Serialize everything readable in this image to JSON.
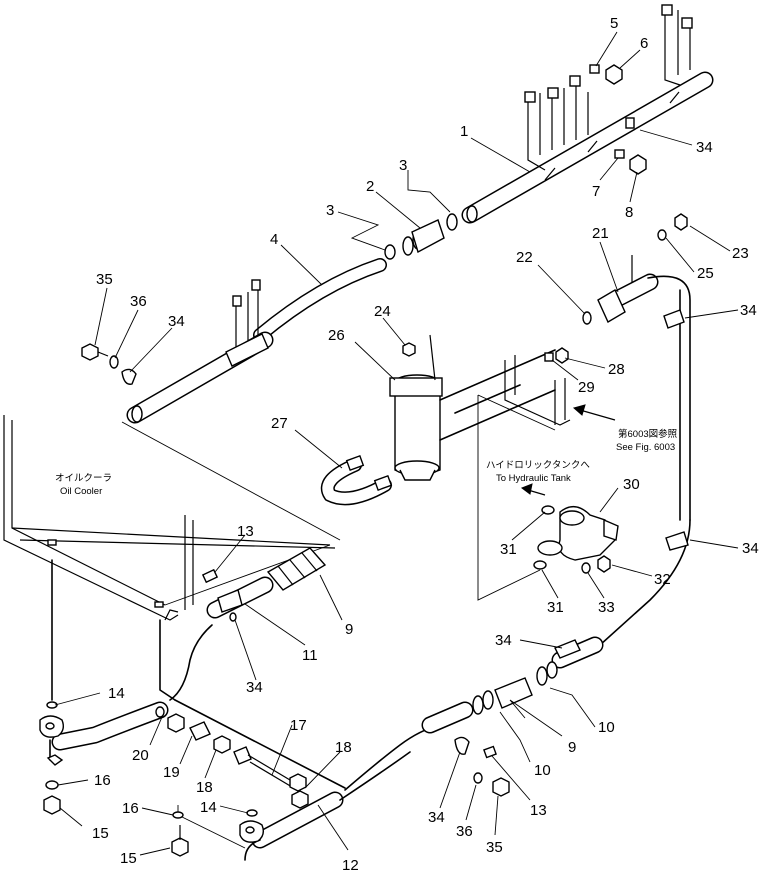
{
  "callouts": [
    {
      "id": "c1",
      "text": "1"
    },
    {
      "id": "c2",
      "text": "2"
    },
    {
      "id": "c3a",
      "text": "3"
    },
    {
      "id": "c3b",
      "text": "3"
    },
    {
      "id": "c4",
      "text": "4"
    },
    {
      "id": "c5",
      "text": "5"
    },
    {
      "id": "c6",
      "text": "6"
    },
    {
      "id": "c7",
      "text": "7"
    },
    {
      "id": "c8",
      "text": "8"
    },
    {
      "id": "c9a",
      "text": "9"
    },
    {
      "id": "c9b",
      "text": "9"
    },
    {
      "id": "c10a",
      "text": "10"
    },
    {
      "id": "c10b",
      "text": "10"
    },
    {
      "id": "c11",
      "text": "11"
    },
    {
      "id": "c12",
      "text": "12"
    },
    {
      "id": "c13a",
      "text": "13"
    },
    {
      "id": "c13b",
      "text": "13"
    },
    {
      "id": "c14a",
      "text": "14"
    },
    {
      "id": "c14b",
      "text": "14"
    },
    {
      "id": "c15a",
      "text": "15"
    },
    {
      "id": "c15b",
      "text": "15"
    },
    {
      "id": "c16a",
      "text": "16"
    },
    {
      "id": "c16b",
      "text": "16"
    },
    {
      "id": "c17",
      "text": "17"
    },
    {
      "id": "c18a",
      "text": "18"
    },
    {
      "id": "c18b",
      "text": "18"
    },
    {
      "id": "c19",
      "text": "19"
    },
    {
      "id": "c20",
      "text": "20"
    },
    {
      "id": "c21",
      "text": "21"
    },
    {
      "id": "c22",
      "text": "22"
    },
    {
      "id": "c23",
      "text": "23"
    },
    {
      "id": "c24",
      "text": "24"
    },
    {
      "id": "c25",
      "text": "25"
    },
    {
      "id": "c26",
      "text": "26"
    },
    {
      "id": "c27",
      "text": "27"
    },
    {
      "id": "c28",
      "text": "28"
    },
    {
      "id": "c29",
      "text": "29"
    },
    {
      "id": "c30",
      "text": "30"
    },
    {
      "id": "c31a",
      "text": "31"
    },
    {
      "id": "c31b",
      "text": "31"
    },
    {
      "id": "c32",
      "text": "32"
    },
    {
      "id": "c33",
      "text": "33"
    },
    {
      "id": "c34a",
      "text": "34"
    },
    {
      "id": "c34b",
      "text": "34"
    },
    {
      "id": "c34c",
      "text": "34"
    },
    {
      "id": "c34d",
      "text": "34"
    },
    {
      "id": "c34e",
      "text": "34"
    },
    {
      "id": "c34f",
      "text": "34"
    },
    {
      "id": "c34g",
      "text": "34"
    },
    {
      "id": "c35a",
      "text": "35"
    },
    {
      "id": "c35b",
      "text": "35"
    },
    {
      "id": "c36a",
      "text": "36"
    },
    {
      "id": "c36b",
      "text": "36"
    }
  ],
  "notes": {
    "oil_cooler_jp": "オイルクーラ",
    "oil_cooler_en": "Oil Cooler",
    "hyd_tank_jp": "ハイドロリックタンクへ",
    "hyd_tank_en": "To Hydraulic Tank",
    "fig_ref_jp": "第6003図参照",
    "fig_ref_en": "See Fig. 6003"
  }
}
